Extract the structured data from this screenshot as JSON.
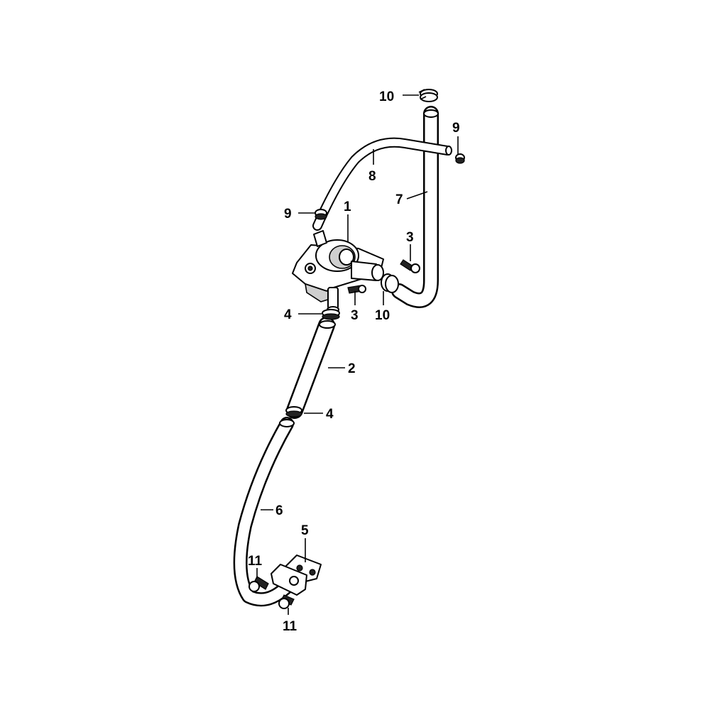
{
  "diagram": {
    "callouts": {
      "c1": "1",
      "c2": "2",
      "c3a": "3",
      "c3b": "3",
      "c4a": "4",
      "c4b": "4",
      "c5": "5",
      "c6": "6",
      "c7": "7",
      "c8": "8",
      "c9a": "9",
      "c9b": "9",
      "c10a": "10",
      "c10b": "10",
      "c11a": "11",
      "c11b": "11"
    }
  }
}
